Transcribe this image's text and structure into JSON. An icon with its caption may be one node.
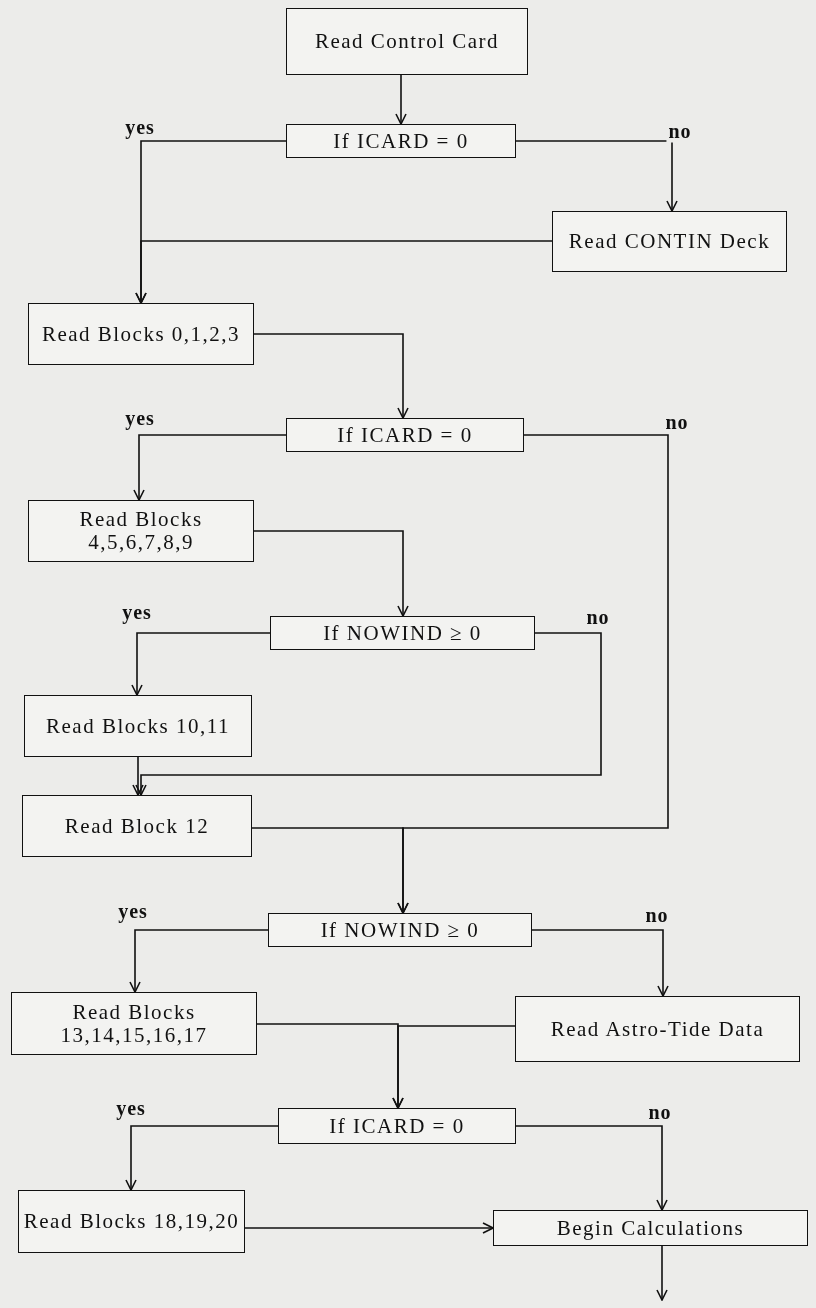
{
  "diagram": {
    "nodes": [
      {
        "text": [
          "Read Control Card"
        ]
      },
      {
        "text": [
          "If ICARD = 0"
        ]
      },
      {
        "text": [
          "Read CONTIN Deck"
        ]
      },
      {
        "text": [
          "Read Blocks 0,1,2,3"
        ]
      },
      {
        "text": [
          "If ICARD = 0"
        ]
      },
      {
        "text": [
          "Read Blocks 4,5,6,7,8,9"
        ]
      },
      {
        "text": [
          "If NOWIND ≥ 0"
        ]
      },
      {
        "text": [
          "Read Blocks 10,11"
        ]
      },
      {
        "text": [
          "Read Block 12"
        ]
      },
      {
        "text": [
          "If NOWIND ≥ 0"
        ]
      },
      {
        "text": [
          "Read Blocks 13,14,15,16,17"
        ]
      },
      {
        "text": [
          "Read Astro-Tide Data"
        ]
      },
      {
        "text": [
          "If ICARD = 0"
        ]
      },
      {
        "text": [
          "Read Blocks 18,19,20"
        ]
      },
      {
        "text": [
          "Begin Calculations"
        ]
      }
    ],
    "edges": [
      {
        "from": 0,
        "to": 1,
        "arrow": "to"
      },
      {
        "from": 1,
        "to": 3,
        "arrow": "to",
        "label": "yes"
      },
      {
        "from": 1,
        "to": 2,
        "arrow": "to",
        "label": "no"
      },
      {
        "from": 2,
        "to": 3,
        "arrow": "to"
      },
      {
        "from": 3,
        "to": 4,
        "arrow": "to"
      },
      {
        "from": 4,
        "to": 5,
        "arrow": "to",
        "label": "yes"
      },
      {
        "from": 4,
        "to": 9,
        "arrow": "to",
        "label": "no"
      },
      {
        "from": 5,
        "to": 6,
        "arrow": "to"
      },
      {
        "from": 6,
        "to": 7,
        "arrow": "to",
        "label": "yes"
      },
      {
        "from": 6,
        "to": 8,
        "arrow": "to",
        "label": "no"
      },
      {
        "from": 7,
        "to": 8,
        "arrow": "to"
      },
      {
        "from": 8,
        "to": 9,
        "arrow": "to"
      },
      {
        "from": 9,
        "to": 10,
        "arrow": "to",
        "label": "yes"
      },
      {
        "from": 9,
        "to": 11,
        "arrow": "to",
        "label": "no"
      },
      {
        "from": 10,
        "to": 12,
        "arrow": "to"
      },
      {
        "from": 11,
        "to": 12,
        "arrow": "to"
      },
      {
        "from": 12,
        "to": 13,
        "arrow": "to",
        "label": "yes"
      },
      {
        "from": 12,
        "to": 14,
        "arrow": "to",
        "label": "no"
      },
      {
        "from": 13,
        "to": 14,
        "arrow": "to"
      },
      {
        "from": 14,
        "to": null,
        "arrow": "to"
      }
    ]
  }
}
